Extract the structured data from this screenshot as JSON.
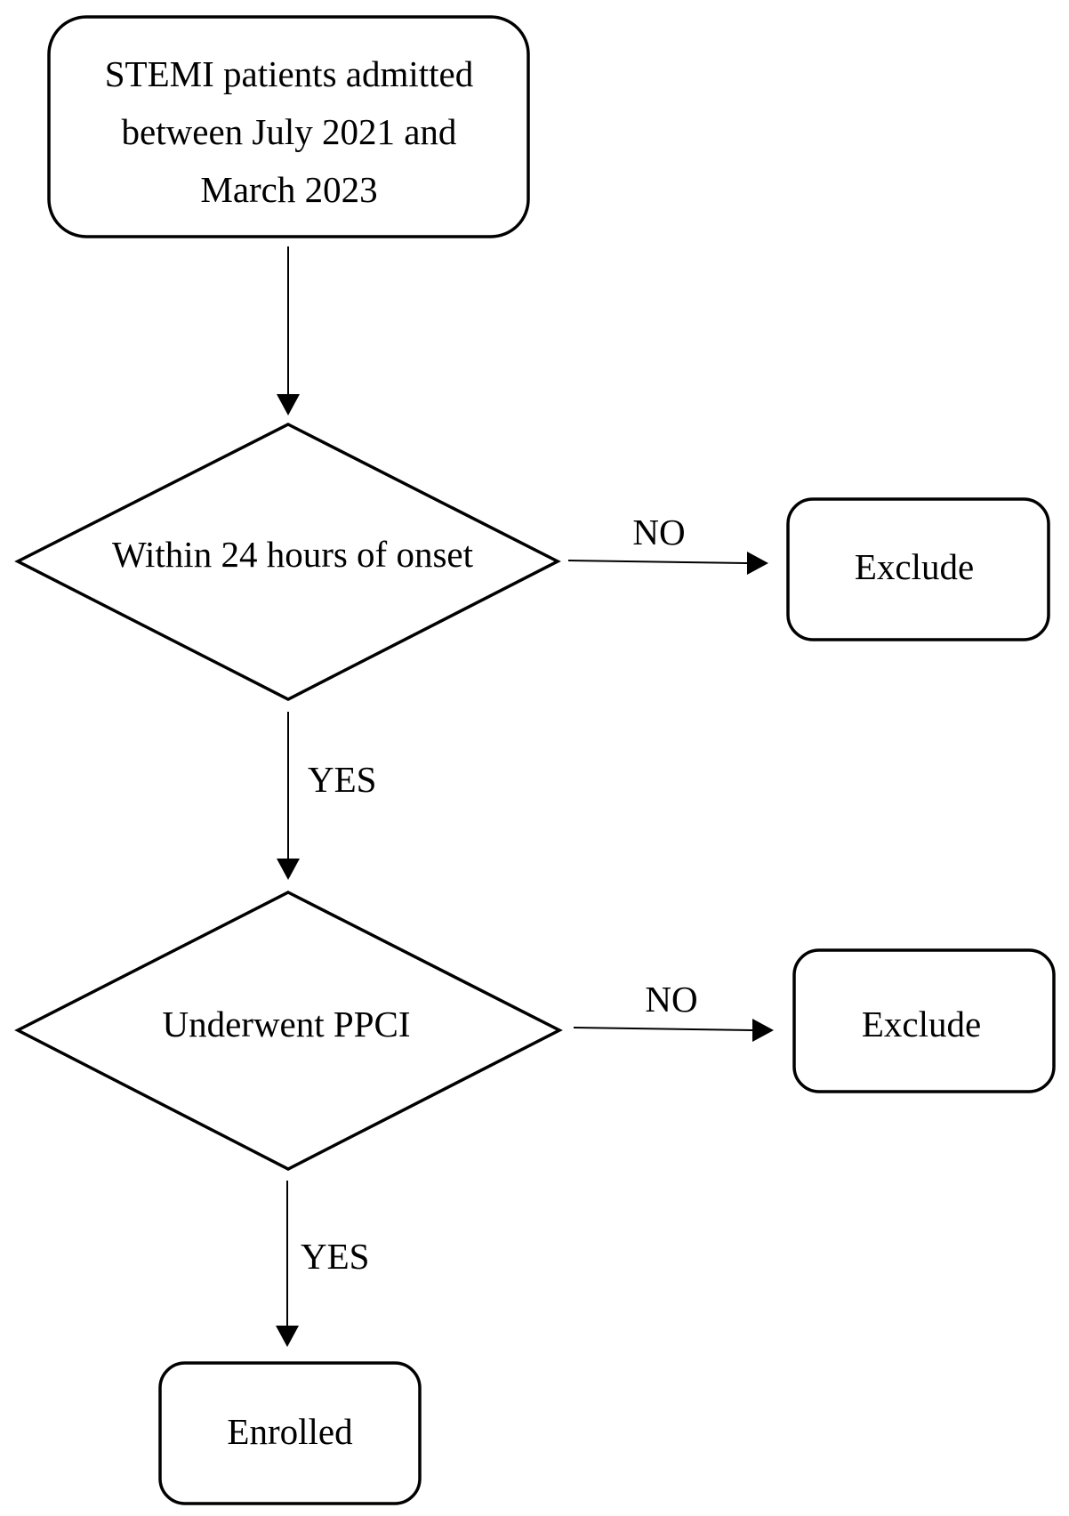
{
  "diagram": {
    "start_box": {
      "lines": [
        "STEMI patients admitted",
        "between July 2021 and",
        "March 2023"
      ]
    },
    "decision_1": {
      "label": "Within 24 hours of onset",
      "no_label": "NO",
      "yes_label": "YES",
      "no_outcome": "Exclude"
    },
    "decision_2": {
      "label": "Underwent PPCI",
      "no_label": "NO",
      "yes_label": "YES",
      "no_outcome": "Exclude"
    },
    "end_box": {
      "label": "Enrolled"
    }
  }
}
